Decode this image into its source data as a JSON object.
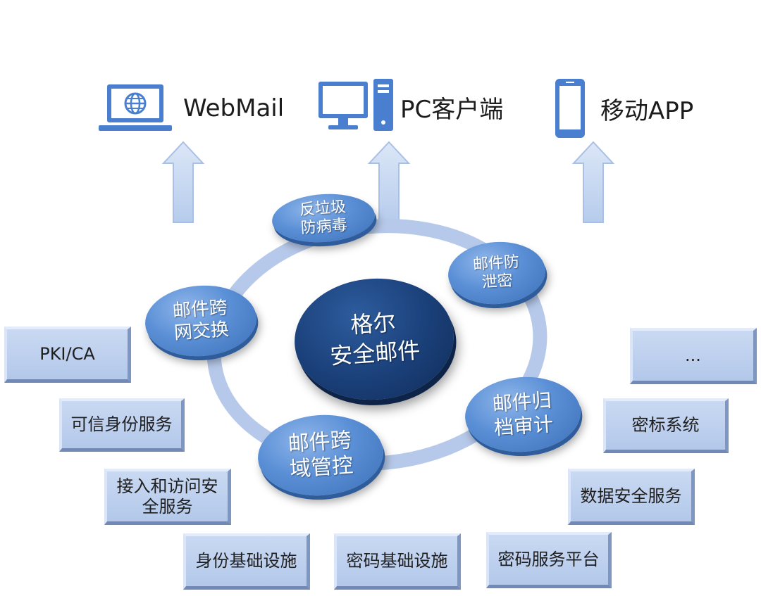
{
  "clients": [
    {
      "label": "WebMail",
      "icon": "laptop-globe-icon"
    },
    {
      "label": "PC客户端",
      "icon": "desktop-pc-icon"
    },
    {
      "label": "移动APP",
      "icon": "smartphone-icon"
    }
  ],
  "center": {
    "label": "格尔\n安全邮件"
  },
  "modules": [
    {
      "label": "反垃圾\n防病毒"
    },
    {
      "label": "邮件防\n泄密"
    },
    {
      "label": "邮件归\n档审计"
    },
    {
      "label": "邮件跨\n域管控"
    },
    {
      "label": "邮件跨\n网交换"
    }
  ],
  "services": [
    {
      "label": "PKI/CA"
    },
    {
      "label": "可信身份服务"
    },
    {
      "label": "接入和访问安\n全服务"
    },
    {
      "label": "身份基础设施"
    },
    {
      "label": "密码基础设施"
    },
    {
      "label": "密码服务平台"
    },
    {
      "label": "数据安全服务"
    },
    {
      "label": "密标系统"
    },
    {
      "label": "..."
    }
  ],
  "colors": {
    "accent": "#4a7fd0",
    "center": "#1a3f78",
    "ring": "#b7c9ea",
    "service_box": "#b8cbeb"
  }
}
